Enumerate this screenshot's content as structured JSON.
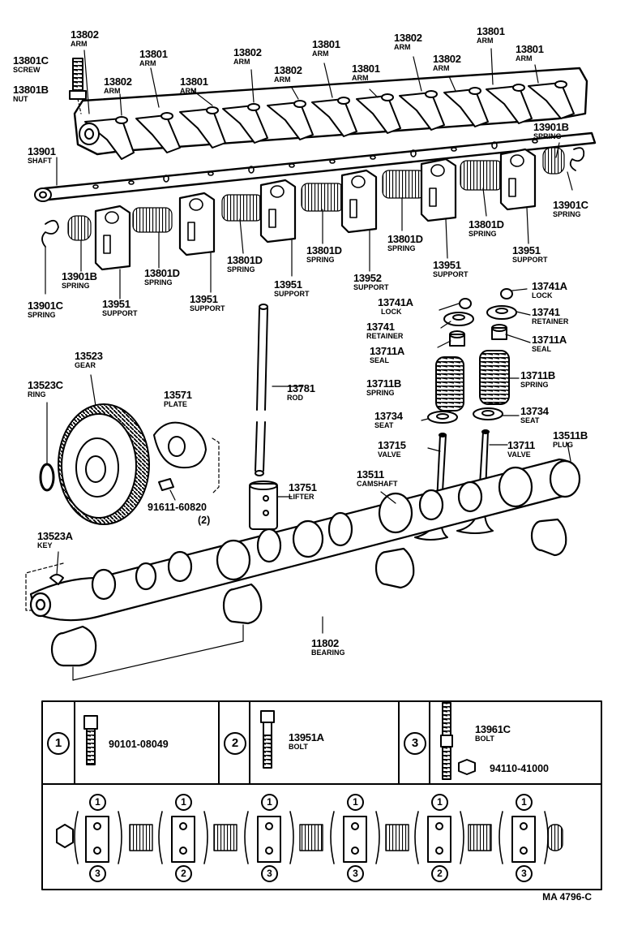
{
  "labels": [
    {
      "id": "13802-a",
      "num": "13802",
      "name": "ARM"
    },
    {
      "id": "13801c",
      "num": "13801C",
      "name": "SCREW"
    },
    {
      "id": "13801b",
      "num": "13801B",
      "name": "NUT"
    },
    {
      "id": "13801-a",
      "num": "13801",
      "name": "ARM"
    },
    {
      "id": "13802-b",
      "num": "13802",
      "name": "ARM"
    },
    {
      "id": "13801-b",
      "num": "13801",
      "name": "ARM"
    },
    {
      "id": "13802-c",
      "num": "13802",
      "name": "ARM"
    },
    {
      "id": "13802-d",
      "num": "13802",
      "name": "ARM"
    },
    {
      "id": "13801-c",
      "num": "13801",
      "name": "ARM"
    },
    {
      "id": "13801-d",
      "num": "13801",
      "name": "ARM"
    },
    {
      "id": "13802-e",
      "num": "13802",
      "name": "ARM"
    },
    {
      "id": "13802-f",
      "num": "13802",
      "name": "ARM"
    },
    {
      "id": "13801-e",
      "num": "13801",
      "name": "ARM"
    },
    {
      "id": "13801-f",
      "num": "13801",
      "name": "ARM"
    },
    {
      "id": "13901",
      "num": "13901",
      "name": "SHAFT"
    },
    {
      "id": "13901b-r",
      "num": "13901B",
      "name": "SPRING"
    },
    {
      "id": "13901c-r",
      "num": "13901C",
      "name": "SPRING"
    },
    {
      "id": "13801d-a",
      "num": "13801D",
      "name": "SPRING"
    },
    {
      "id": "13801d-b",
      "num": "13801D",
      "name": "SPRING"
    },
    {
      "id": "13801d-c",
      "num": "13801D",
      "name": "SPRING"
    },
    {
      "id": "13801d-d",
      "num": "13801D",
      "name": "SPRING"
    },
    {
      "id": "13801d-e",
      "num": "13801D",
      "name": "SPRING"
    },
    {
      "id": "13951-a",
      "num": "13951",
      "name": "SUPPORT"
    },
    {
      "id": "13951-b",
      "num": "13951",
      "name": "SUPPORT"
    },
    {
      "id": "13951-c",
      "num": "13951",
      "name": "SUPPORT"
    },
    {
      "id": "13951-d",
      "num": "13951",
      "name": "SUPPORT"
    },
    {
      "id": "13951-e",
      "num": "13951",
      "name": "SUPPORT"
    },
    {
      "id": "13952",
      "num": "13952",
      "name": "SUPPORT"
    },
    {
      "id": "13901b-l",
      "num": "13901B",
      "name": "SPRING"
    },
    {
      "id": "13901c-l",
      "num": "13901C",
      "name": "SPRING"
    },
    {
      "id": "13741a-l",
      "num": "13741A",
      "name": "LOCK"
    },
    {
      "id": "13741a-r",
      "num": "13741A",
      "name": "LOCK"
    },
    {
      "id": "13741-l",
      "num": "13741",
      "name": "RETAINER"
    },
    {
      "id": "13741-r",
      "num": "13741",
      "name": "RETAINER"
    },
    {
      "id": "13711a-l",
      "num": "13711A",
      "name": "SEAL"
    },
    {
      "id": "13711a-r",
      "num": "13711A",
      "name": "SEAL"
    },
    {
      "id": "13711b-l",
      "num": "13711B",
      "name": "SPRING"
    },
    {
      "id": "13711b-r",
      "num": "13711B",
      "name": "SPRING"
    },
    {
      "id": "13734-l",
      "num": "13734",
      "name": "SEAT"
    },
    {
      "id": "13734-r",
      "num": "13734",
      "name": "SEAT"
    },
    {
      "id": "13715",
      "num": "13715",
      "name": "VALVE"
    },
    {
      "id": "13711",
      "num": "13711",
      "name": "VALVE"
    },
    {
      "id": "13511b",
      "num": "13511B",
      "name": "PLUG"
    },
    {
      "id": "13781",
      "num": "13781",
      "name": "ROD"
    },
    {
      "id": "13751",
      "num": "13751",
      "name": "LIFTER"
    },
    {
      "id": "13511",
      "num": "13511",
      "name": "CAMSHAFT"
    },
    {
      "id": "13523",
      "num": "13523",
      "name": "GEAR"
    },
    {
      "id": "13523c",
      "num": "13523C",
      "name": "RING"
    },
    {
      "id": "13571",
      "num": "13571",
      "name": "PLATE"
    },
    {
      "id": "13523a",
      "num": "13523A",
      "name": "KEY"
    },
    {
      "id": "11802",
      "num": "11802",
      "name": "BEARING"
    }
  ],
  "extra": {
    "bolt_part": "91611-60820",
    "bolt_qty": "(2)"
  },
  "legend": {
    "cells": [
      {
        "mark": "1",
        "part": "90101-08049",
        "name": ""
      },
      {
        "mark": "2",
        "part": "13951A",
        "name": "BOLT"
      },
      {
        "mark": "3",
        "part": "13961C",
        "name": "BOLT",
        "part2": "94110-41000"
      }
    ],
    "sequence_top": [
      "1",
      "1",
      "1",
      "1",
      "1",
      "1"
    ],
    "sequence_bottom": [
      "3",
      "2",
      "3",
      "3",
      "2",
      "3"
    ]
  },
  "diagram_code": "MA 4796-C"
}
